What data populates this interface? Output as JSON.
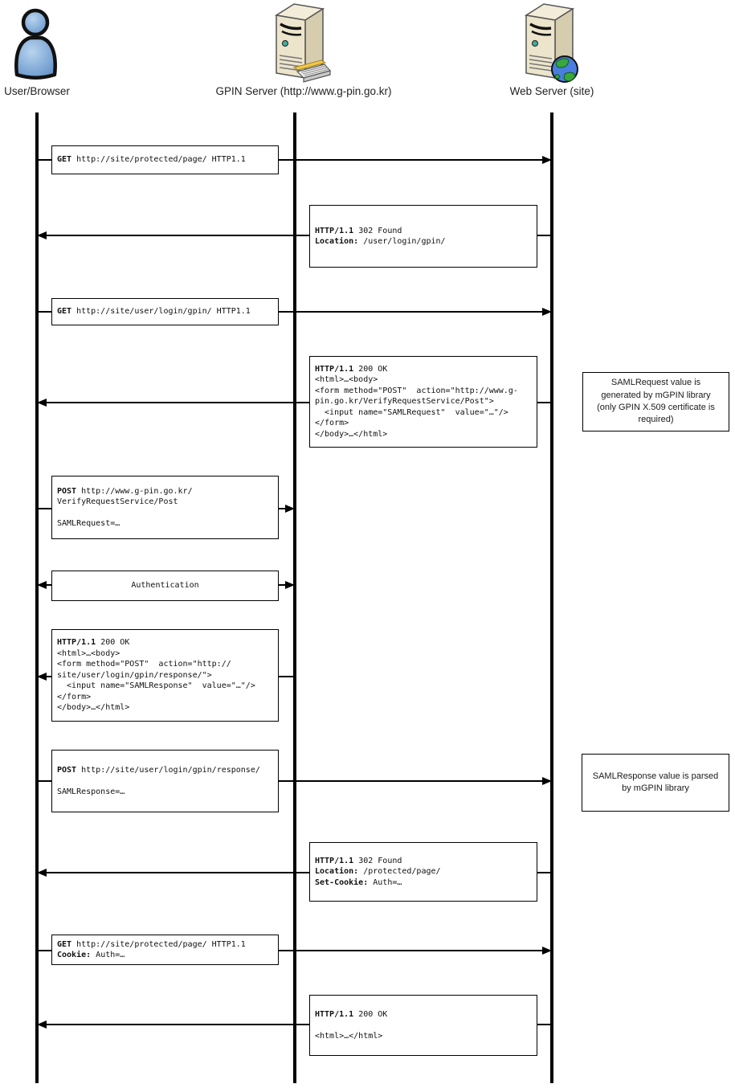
{
  "actors": [
    {
      "label": "User/Browser",
      "icon": "person-icon"
    },
    {
      "label": "GPIN Server (http://www.g-pin.go.kr)",
      "icon": "server-keyboard-icon"
    },
    {
      "label": "Web Server (site)",
      "icon": "server-globe-icon"
    }
  ],
  "messages": [
    {
      "name": "get-protected-page",
      "from": "user",
      "to": "web",
      "lines": [
        {
          "b": "GET",
          "t": " http://site/protected/page/ HTTP1.1"
        }
      ]
    },
    {
      "name": "302-found-login-gpin",
      "from": "web",
      "to": "user",
      "lines": [
        {
          "b": "HTTP/1.1",
          "t": " 302 Found"
        },
        {
          "b": "Location:",
          "t": " /user/login/gpin/"
        }
      ]
    },
    {
      "name": "get-login-gpin",
      "from": "user",
      "to": "web",
      "lines": [
        {
          "b": "GET",
          "t": " http://site/user/login/gpin/ HTTP1.1"
        }
      ]
    },
    {
      "name": "200-ok-samlrequest-form",
      "from": "web",
      "to": "user",
      "lines": [
        {
          "b": "HTTP/1.1",
          "t": " 200 OK"
        },
        {
          "b": "",
          "t": "<html>…<body>"
        },
        {
          "b": "",
          "t": "<form method=\"POST\"  action=\"http://www.g-"
        },
        {
          "b": "",
          "t": "pin.go.kr/VerifyRequestService/Post\">"
        },
        {
          "b": "",
          "t": "  <input name=\"SAMLRequest\"  value=\"…\"/>"
        },
        {
          "b": "",
          "t": "</form>"
        },
        {
          "b": "",
          "t": "</body>…</html>"
        }
      ]
    },
    {
      "name": "post-verifyrequestservice",
      "from": "user",
      "to": "gpin",
      "lines": [
        {
          "b": "POST",
          "t": " http://www.g-pin.go.kr/"
        },
        {
          "b": "",
          "t": "VerifyRequestService/Post"
        },
        {
          "b": "",
          "t": ""
        },
        {
          "b": "",
          "t": "SAMLRequest=…"
        }
      ]
    },
    {
      "name": "authentication",
      "from": "user",
      "to": "gpin",
      "bidirectional": true,
      "lines": [
        {
          "b": "",
          "t": "Authentication"
        }
      ]
    },
    {
      "name": "200-ok-samlresponse-form",
      "from": "gpin",
      "to": "user",
      "lines": [
        {
          "b": "HTTP/1.1",
          "t": " 200 OK"
        },
        {
          "b": "",
          "t": "<html>…<body>"
        },
        {
          "b": "",
          "t": "<form method=\"POST\"  action=\"http://"
        },
        {
          "b": "",
          "t": "site/user/login/gpin/response/\">"
        },
        {
          "b": "",
          "t": "  <input name=\"SAMLResponse\"  value=\"…\"/>"
        },
        {
          "b": "",
          "t": "</form>"
        },
        {
          "b": "",
          "t": "</body>…</html>"
        }
      ]
    },
    {
      "name": "post-gpin-response",
      "from": "user",
      "to": "web",
      "lines": [
        {
          "b": "POST",
          "t": " http://site/user/login/gpin/response/"
        },
        {
          "b": "",
          "t": ""
        },
        {
          "b": "",
          "t": "SAMLResponse=…"
        }
      ]
    },
    {
      "name": "302-found-protected-page",
      "from": "web",
      "to": "user",
      "lines": [
        {
          "b": "HTTP/1.1",
          "t": " 302 Found"
        },
        {
          "b": "Location:",
          "t": " /protected/page/"
        },
        {
          "b": "Set-Cookie:",
          "t": " Auth=…"
        }
      ]
    },
    {
      "name": "get-protected-page-with-cookie",
      "from": "user",
      "to": "web",
      "lines": [
        {
          "b": "GET",
          "t": " http://site/protected/page/ HTTP1.1"
        },
        {
          "b": "Cookie:",
          "t": " Auth=…"
        }
      ]
    },
    {
      "name": "200-ok-html",
      "from": "web",
      "to": "user",
      "lines": [
        {
          "b": "HTTP/1.1",
          "t": " 200 OK"
        },
        {
          "b": "",
          "t": ""
        },
        {
          "b": "",
          "t": "<html>…</html>"
        }
      ]
    }
  ],
  "notes": [
    {
      "text": "SAMLRequest value is generated by mGPIN library (only GPIN X.509 certificate is required)"
    },
    {
      "text": "SAMLResponse value is parsed by mGPIN library"
    }
  ],
  "colors": {
    "line": "#000000",
    "box_border": "#000000",
    "box_bg": "#ffffff",
    "person_blue": "#6f9bd1",
    "server_beige": "#ece4cb",
    "globe_blue": "#4a7de0",
    "globe_green": "#38a83e",
    "power_button_teal": "#3fae9e",
    "keyboard_yellow": "#f0c94a"
  }
}
